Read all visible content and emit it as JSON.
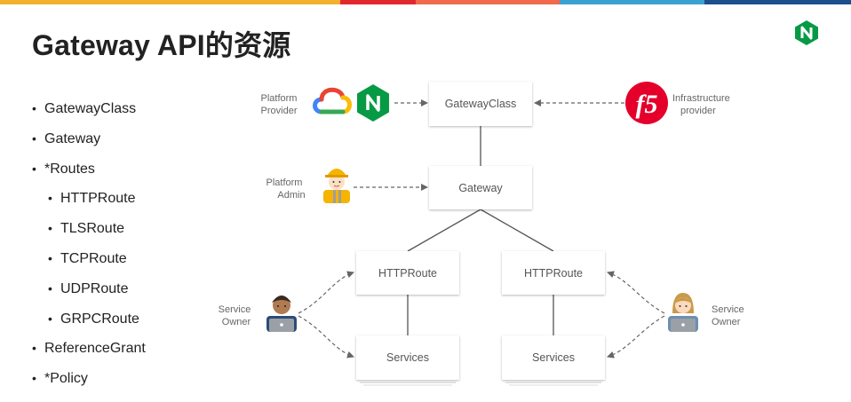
{
  "slide": {
    "title": "Gateway  API的资源",
    "topbar_colors": [
      "#f2b02e",
      "#e2282f",
      "#f06a4b",
      "#3aa2d1",
      "#1d4f8c"
    ],
    "brand_color": "#079a45"
  },
  "resources": [
    {
      "label": "GatewayClass",
      "level": 0
    },
    {
      "label": "Gateway",
      "level": 0
    },
    {
      "label": "*Routes",
      "level": 0
    },
    {
      "label": "HTTPRoute",
      "level": 1
    },
    {
      "label": "TLSRoute",
      "level": 1
    },
    {
      "label": "TCPRoute",
      "level": 1
    },
    {
      "label": "UDPRoute",
      "level": 1
    },
    {
      "label": "GRPCRoute",
      "level": 1
    },
    {
      "label": "ReferenceGrant",
      "level": 0
    },
    {
      "label": "*Policy",
      "level": 0
    }
  ],
  "diagram": {
    "nodes": {
      "gatewayclass": "GatewayClass",
      "gateway": "Gateway",
      "httproute_left": "HTTPRoute",
      "httproute_right": "HTTPRoute",
      "services_left": "Services",
      "services_right": "Services"
    },
    "actors": {
      "platform_provider": [
        "Platform",
        "Provider"
      ],
      "infrastructure_provider": [
        "Infrastructure",
        "provider"
      ],
      "platform_admin": [
        "Platform",
        "Admin"
      ],
      "service_owner_left": [
        "Service",
        "Owner"
      ],
      "service_owner_right": [
        "Service",
        "Owner"
      ]
    },
    "logos": {
      "nginx_letter": "N",
      "f5_text": "f5",
      "f5_color": "#e4002b",
      "gcp_colors": [
        "#4285f4",
        "#ea4335",
        "#fbbc05",
        "#34a853"
      ]
    },
    "icons": [
      "google-cloud-icon",
      "nginx-logo-icon",
      "f5-logo-icon",
      "admin-avatar-icon",
      "developer-avatar-icon"
    ]
  }
}
